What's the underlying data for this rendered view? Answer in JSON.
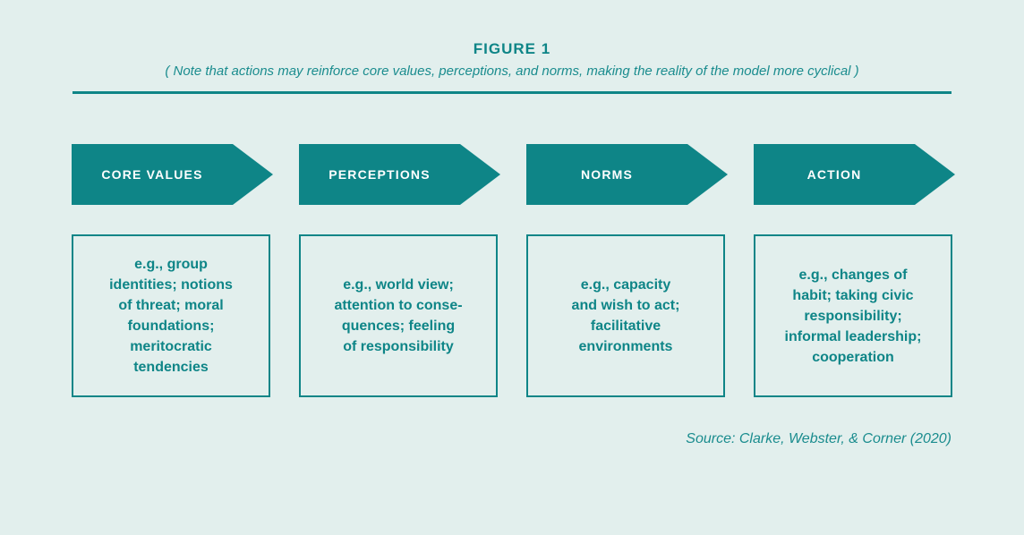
{
  "figure": {
    "title": "FIGURE 1",
    "note": "( Note that actions may reinforce core values, perceptions, and norms, making the reality of the model more cyclical )",
    "source": "Source: Clarke, Webster, & Corner (2020)"
  },
  "stages": [
    {
      "label": "CORE VALUES",
      "examples": "e.g., group\nidentities; notions\nof threat; moral\nfoundations;\nmeritocratic\ntendencies"
    },
    {
      "label": "PERCEPTIONS",
      "examples": "e.g., world view;\nattention to conse-\nquences; feeling\nof responsibility"
    },
    {
      "label": "NORMS",
      "examples": "e.g., capacity\nand wish to act;\nfacilitative\nenvironments"
    },
    {
      "label": "ACTION",
      "examples": "e.g., changes of\nhabit; taking civic\nresponsibility;\ninformal leadership;\ncooperation"
    }
  ],
  "colors": {
    "teal": "#0e8587",
    "background": "#e2efed",
    "arrow_label_text": "#ffffff"
  }
}
